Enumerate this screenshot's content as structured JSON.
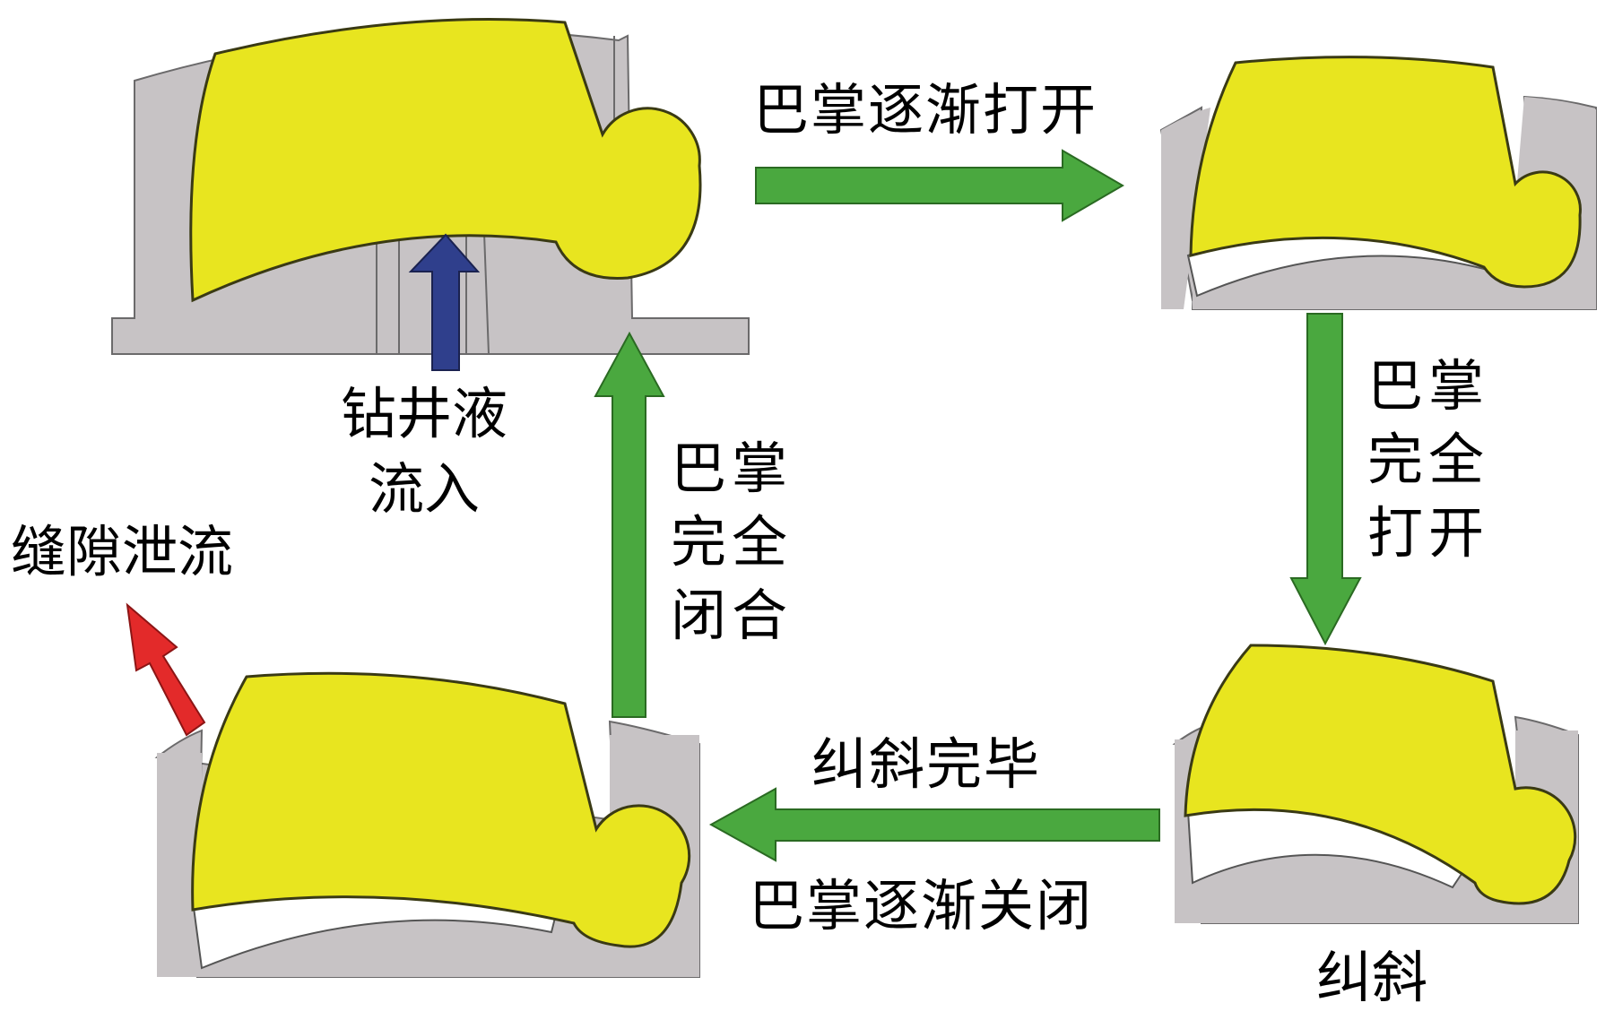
{
  "colors": {
    "pad": "#e8e51f",
    "pad_outline": "#3a3a14",
    "housing": "#c7c3c5",
    "housing_edge": "#6b6a6b",
    "flow_arrow": "#4aa83f",
    "flow_arrow_edge": "#2a6a22",
    "inflow_arrow": "#2f3f8c",
    "leak_arrow": "#e32a2a"
  },
  "labels": {
    "top_arrow": "巴掌逐渐打开",
    "right_arrow": [
      "巴掌",
      "完全",
      "打开"
    ],
    "bottom_arrow_top": "纠斜完毕",
    "bottom_arrow_bottom": "巴掌逐渐关闭",
    "left_arrow": [
      "巴掌",
      "完全",
      "闭合"
    ],
    "inflow": [
      "钻井液",
      "流入"
    ],
    "leak": "缝隙泄流",
    "deviation": "纠斜"
  },
  "icons": {
    "inflow": "up-arrow-icon",
    "leak": "diagonal-arrow-icon",
    "flow": "block-arrow-icon"
  }
}
